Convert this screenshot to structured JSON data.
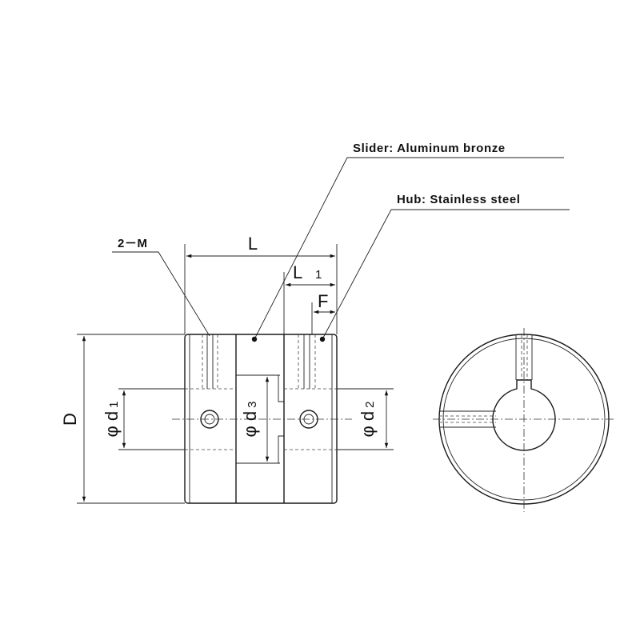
{
  "callouts": {
    "slider": "Slider: Aluminum bronze",
    "hub": "Hub: Stainless steel",
    "screw": "2－M"
  },
  "dimensions": {
    "L": "L",
    "L1_main": "L",
    "L1_sub": "1",
    "F": "F",
    "D": "D",
    "d1_main": "φ d",
    "d1_sub": "1",
    "d2_main": "φ d",
    "d2_sub": "2",
    "d3_main": "φ d",
    "d3_sub": "3"
  },
  "colors": {
    "body_fill": "#c4c4c4",
    "body_shade": "#b3b3b3",
    "line": "#1a1a1a"
  }
}
